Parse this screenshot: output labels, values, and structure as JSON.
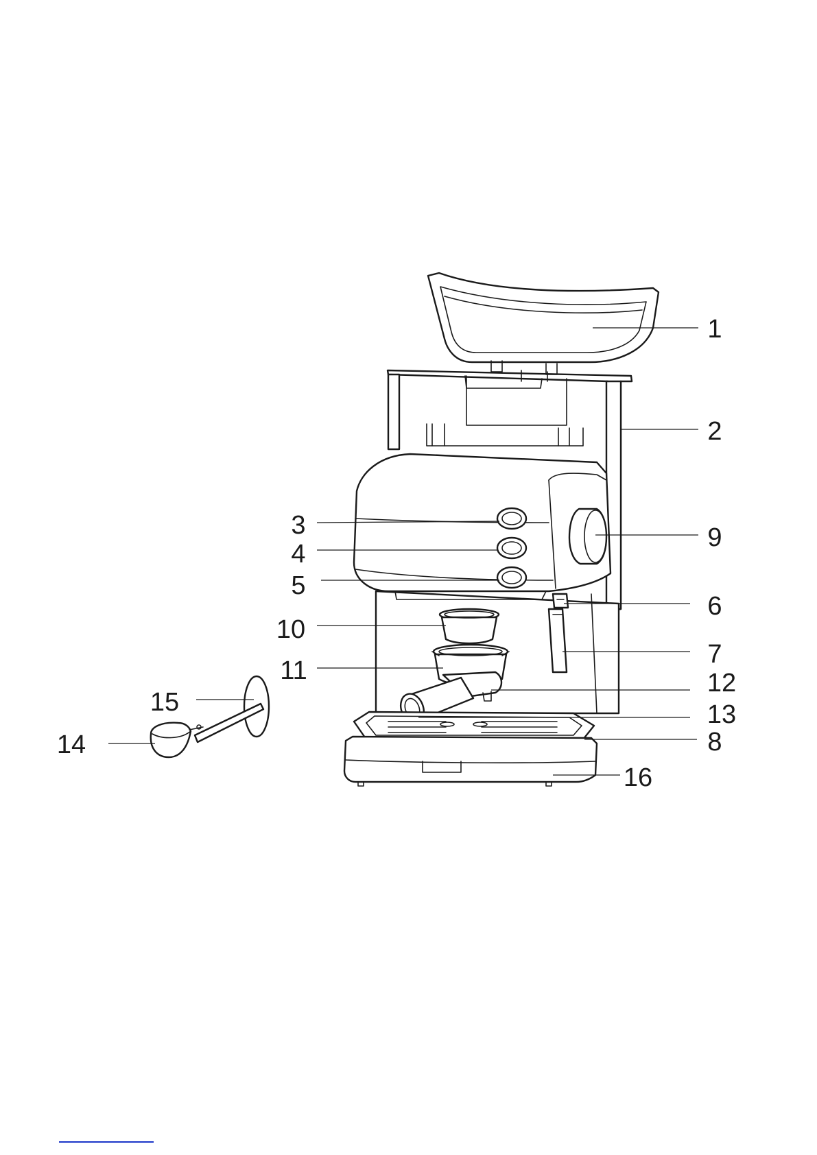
{
  "figure": {
    "subject": "espresso-machine-exploded-parts-diagram",
    "accent_color": "#1a1a1a",
    "link_color": "#1a35c8"
  },
  "callouts": [
    {
      "id": "lid",
      "number": "1"
    },
    {
      "id": "water-tank",
      "number": "2"
    },
    {
      "id": "button-top",
      "number": "3"
    },
    {
      "id": "button-middle",
      "number": "4"
    },
    {
      "id": "button-bottom",
      "number": "5"
    },
    {
      "id": "steam-wand-knob",
      "number": "6"
    },
    {
      "id": "steam-wand",
      "number": "7"
    },
    {
      "id": "drip-tray-grill",
      "number": "8"
    },
    {
      "id": "control-knob",
      "number": "9"
    },
    {
      "id": "filter-small",
      "number": "10"
    },
    {
      "id": "filter-large",
      "number": "11"
    },
    {
      "id": "portafilter-spout",
      "number": "12"
    },
    {
      "id": "portafilter-handle",
      "number": "13"
    },
    {
      "id": "measuring-spoon",
      "number": "14"
    },
    {
      "id": "tamper",
      "number": "15"
    },
    {
      "id": "drip-tray",
      "number": "16"
    }
  ]
}
